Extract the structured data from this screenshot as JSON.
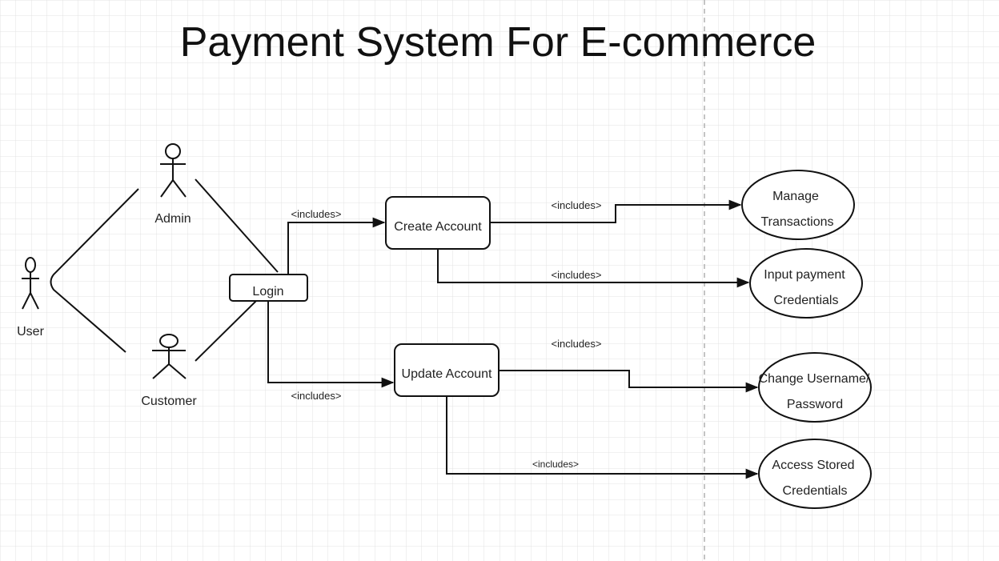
{
  "title": "Payment System For E-commerce",
  "actors": {
    "user": "User",
    "admin": "Admin",
    "customer": "Customer"
  },
  "processes": {
    "login": "Login",
    "create_account": "Create Account",
    "update_account": "Update Account"
  },
  "use_cases": {
    "manage_transactions": [
      "Manage",
      "Transactions"
    ],
    "input_payment": [
      "Input payment",
      "Credentials"
    ],
    "change_credentials": [
      "Change Username/",
      "Password"
    ],
    "access_stored": [
      "Access Stored",
      "Credentials"
    ]
  },
  "relations": {
    "login_create": "<includes>",
    "login_update": "<includes>",
    "create_manage": "<includes>",
    "create_input": "<includes>",
    "update_change": "<includes>",
    "update_access": "<includes>"
  },
  "colors": {
    "grid": "#d9d9d9",
    "stroke": "#111111",
    "page_break": "#b0b0b0"
  }
}
